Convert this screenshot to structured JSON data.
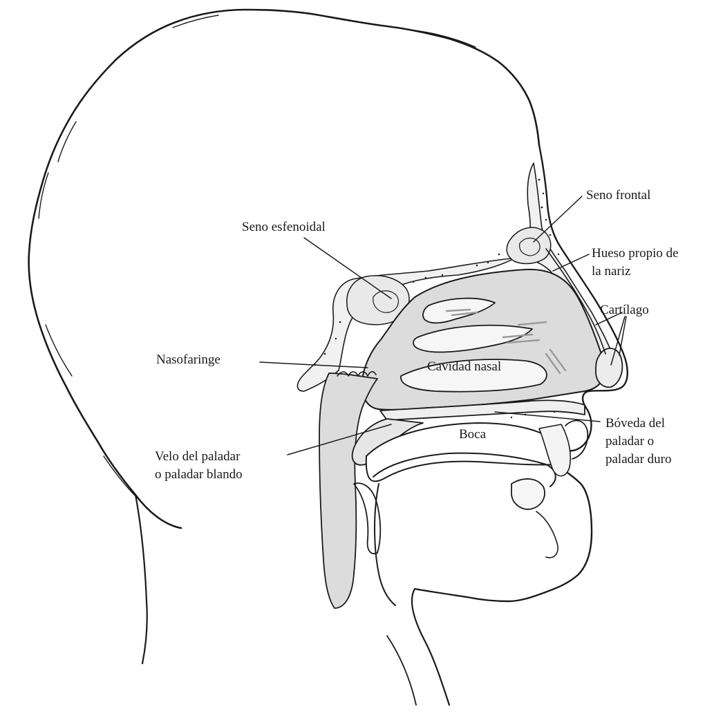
{
  "diagram": {
    "colors": {
      "ink": "#1a1a1a",
      "cavity": "#dcdcdc",
      "bone": "#f1f1f1",
      "shade": "#b9b9b9",
      "skin": "#ffffff"
    },
    "labels": {
      "seno_frontal": "Seno frontal",
      "seno_esfenoidal": "Seno esfenoidal",
      "hueso_propio": [
        "Hueso propio de",
        "la nariz"
      ],
      "cartilago": "Cartílago",
      "nasofaringe": "Nasofaringe",
      "cavidad_nasal": "Cavidad nasal",
      "boveda": [
        "Bóveda del",
        "paladar o",
        "paladar duro"
      ],
      "boca": "Boca",
      "velo": [
        "Velo del paladar",
        "o paladar blando"
      ]
    }
  }
}
